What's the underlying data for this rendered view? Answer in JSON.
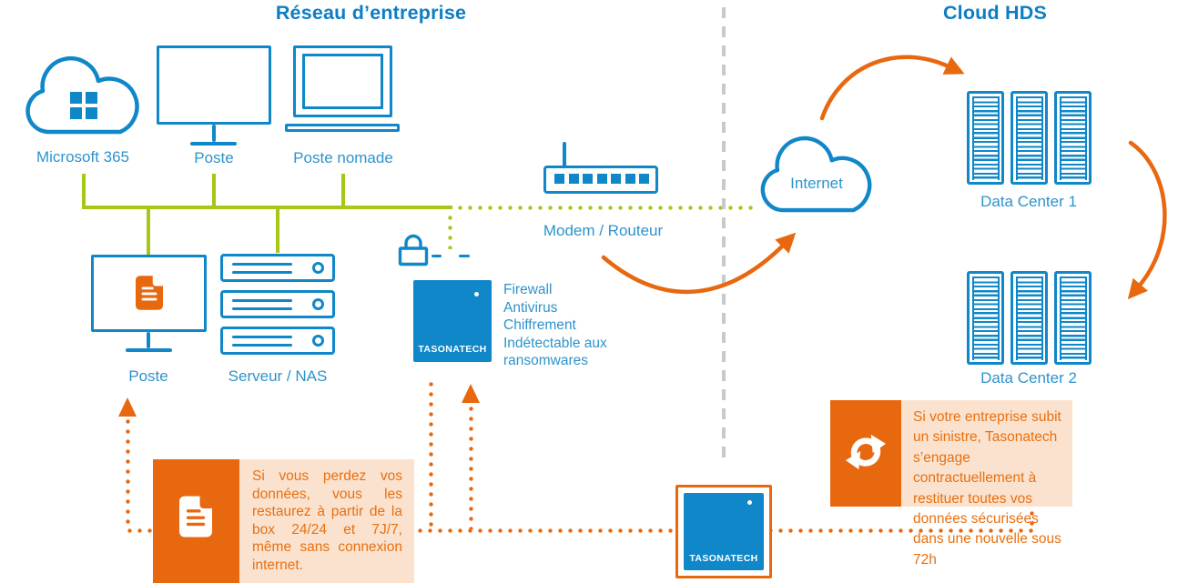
{
  "titles": {
    "left": "Réseau d’entreprise",
    "right": "Cloud HDS"
  },
  "network": {
    "microsoft365": "Microsoft 365",
    "poste": "Poste",
    "poste_nomade": "Poste nomade",
    "poste2": "Poste",
    "serveur_nas": "Serveur / NAS",
    "modem": "Modem / Routeur"
  },
  "appliance": {
    "brand": "TASONATECH",
    "features": "Firewall\nAntivirus\nChiffrement\nIndétectable aux\nransomwares"
  },
  "bottom_appliance": {
    "brand": "TASONATECH"
  },
  "cloud": {
    "internet": "Internet",
    "datacenter1": "Data Center 1",
    "datacenter2": "Data Center 2"
  },
  "callouts": {
    "restore": {
      "text": "Si vous perdez vos données, vous les restaurez à partir de la box 24/24 et 7J/7, même sans connexion internet."
    },
    "sinister": {
      "text": "Si votre entreprise subit un sinistre, Tasonatech s’engage contractuellement à restituer toutes vos données sécurisées dans une nouvelle sous 72h"
    }
  },
  "icons": {
    "microsoft-logo": "⊞",
    "cloud-icon": "☁",
    "lock-icon": "🔒",
    "document-icon": "🗎",
    "sync-icon": "🔄"
  },
  "colors": {
    "blue": "#0f87c8",
    "green": "#a5c716",
    "orange": "#e8680f",
    "peach": "#fbe2cf",
    "gray": "#c9c9c9"
  }
}
